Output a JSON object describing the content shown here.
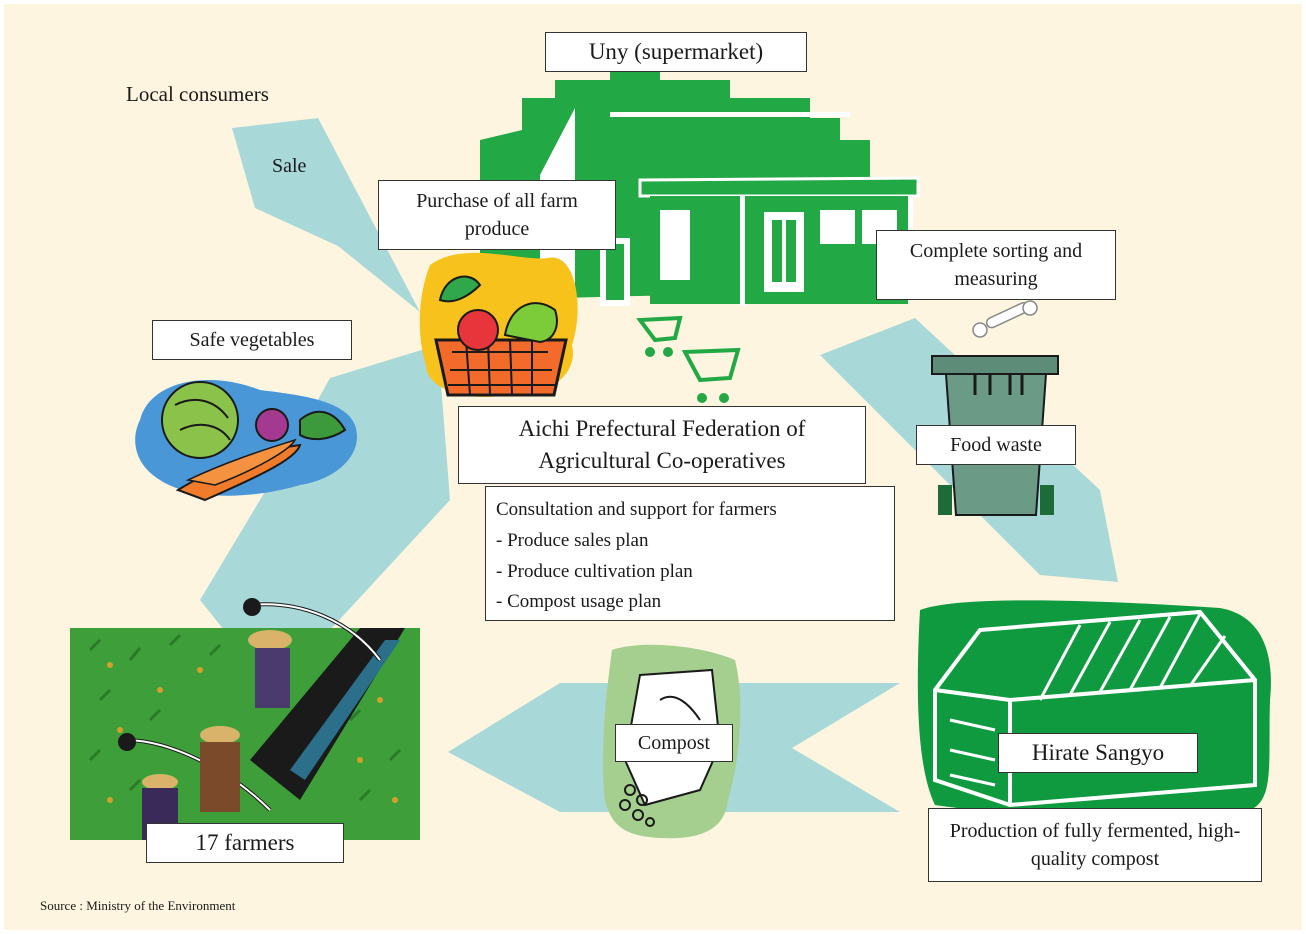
{
  "labels": {
    "supermarket": "Uny (supermarket)",
    "local_consumers": "Local consumers",
    "sale": "Sale",
    "purchase": "Purchase of all farm produce",
    "sorting": "Complete sorting and measuring",
    "safe_vegetables": "Safe vegetables",
    "federation": "Aichi Prefectural Federation of Agricultural Co-operatives",
    "food_waste": "Food waste",
    "farmers": "17 farmers",
    "compost": "Compost",
    "hirate": "Hirate Sangyo",
    "production": "Production of fully fermented, high-quality compost"
  },
  "support": {
    "title": "Consultation and support for farmers",
    "items": [
      "- Produce sales plan",
      "- Produce cultivation plan",
      "- Compost usage plan"
    ]
  },
  "source": "Source : Ministry of the Environment",
  "colors": {
    "background": "#fdf5e0",
    "arrow": "#a8d8d8",
    "green": "#22a844",
    "dark_green": "#0f8a3a",
    "compost_bag": "#a5cf8f",
    "food_waste_bin": "#6b9a86"
  },
  "icons": [
    "supermarket-icon",
    "vegetable-basket-icon",
    "shopping-cart-icon",
    "vegetables-icon",
    "trash-bin-icon",
    "bone-icon",
    "greenhouse-icon",
    "compost-bag-icon",
    "farmers-field-icon"
  ]
}
